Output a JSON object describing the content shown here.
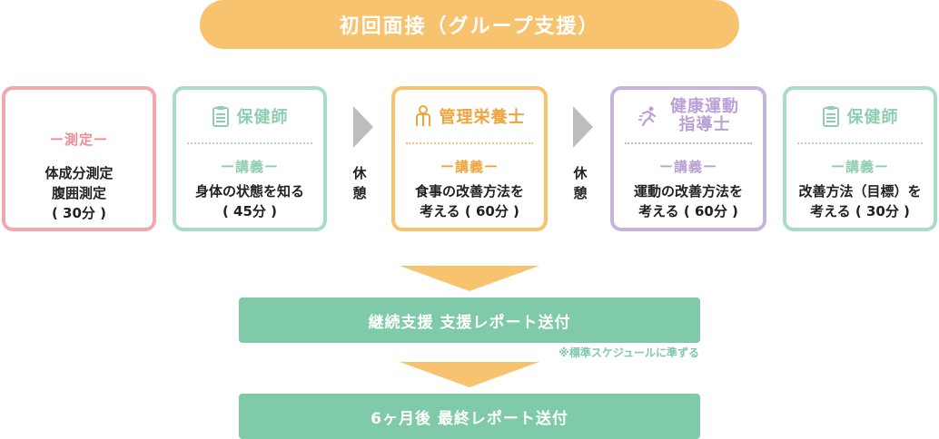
{
  "title": "初回面接（グループ支援）",
  "cards": [
    {
      "head": "",
      "tag": "ー測定ー",
      "body": [
        "体成分測定",
        "腹囲測定",
        "( 30分 )"
      ]
    },
    {
      "head": "保健師",
      "icon": "clipboard-icon",
      "tag": "ー講義ー",
      "body": [
        "身体の状態を知る",
        "( 45分 )"
      ]
    },
    {
      "head": "管理栄養士",
      "icon": "person-icon",
      "tag": "ー講義ー",
      "body": [
        "食事の改善方法を",
        "考える ( 60分 )"
      ]
    },
    {
      "head": [
        "健康運動",
        "指導士"
      ],
      "icon": "running-person-icon",
      "tag": "ー講義ー",
      "body": [
        "運動の改善方法を",
        "考える ( 60分 )"
      ]
    },
    {
      "head": "保健師",
      "icon": "clipboard-icon",
      "tag": "ー講義ー",
      "body": [
        "改善方法（目標）を",
        "考える ( 30分 )"
      ]
    }
  ],
  "rest_label": [
    "休",
    "憩"
  ],
  "bands": {
    "first": "継続支援 支援レポート送付",
    "note": "※標準スケジュールに準ずる",
    "second": "6ヶ月後 最終レポート送付"
  },
  "colors": {
    "title_bg": "#f7c36f",
    "pink": "#f2a9ae",
    "green": "#a8dcc4",
    "orange": "#f7c36f",
    "purple": "#c6b4db",
    "band": "#7fcaa8",
    "chevron": "#bdbdbd"
  }
}
